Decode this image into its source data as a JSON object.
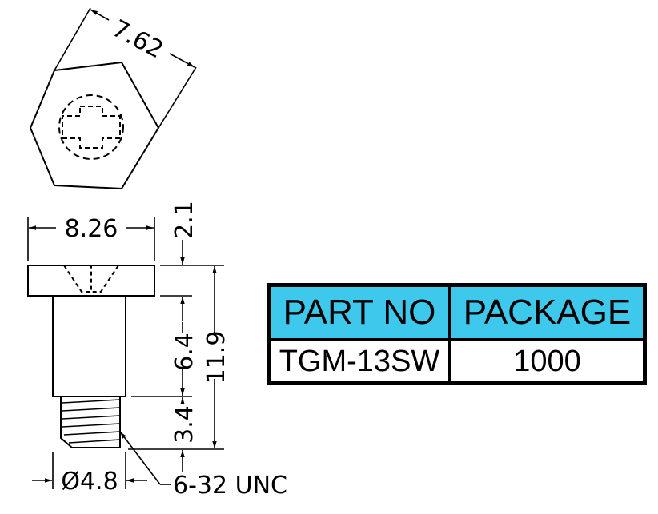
{
  "dimensions": {
    "hex_across_flats": "7.62",
    "head_diameter": "8.26",
    "head_height": "2.1",
    "shank_length": "6.4",
    "overall_length": "11.9",
    "thread_length": "3.4",
    "shank_diameter": "Ø4.8",
    "thread_spec": "6-32 UNC"
  },
  "table": {
    "header_part": "PART NO",
    "header_package": "PACKAGE",
    "part_no": "TGM-13SW",
    "package": "1000",
    "header_color": "#3ec8ec"
  }
}
